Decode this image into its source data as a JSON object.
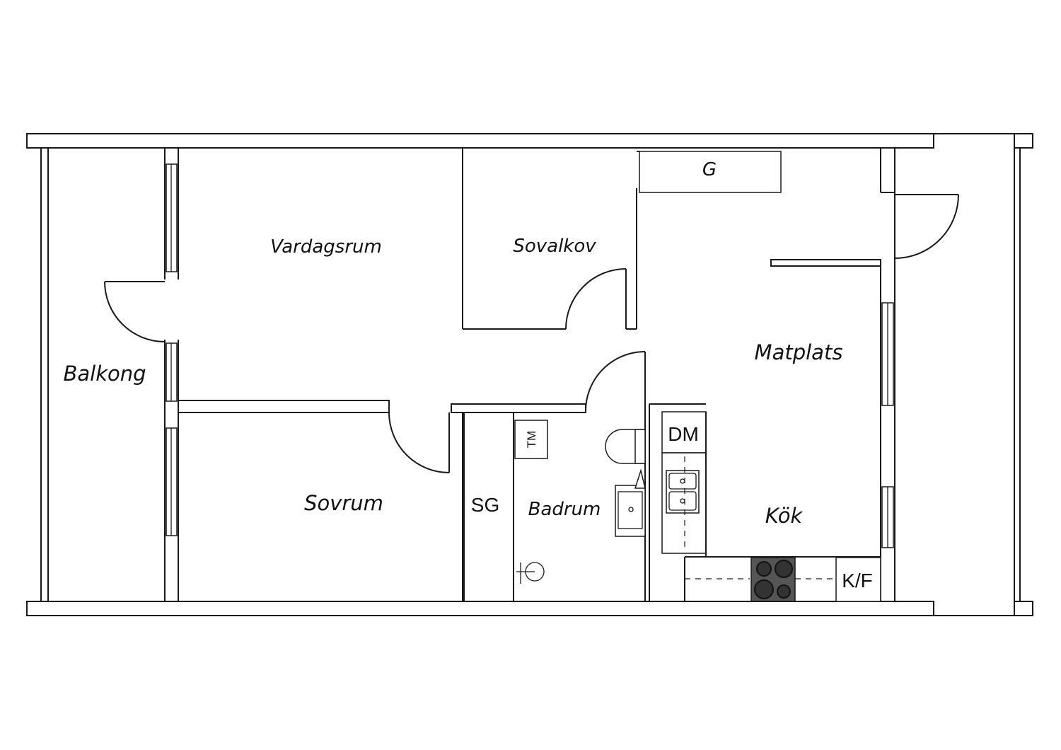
{
  "rooms": {
    "vardagsrum": "Vardagsrum",
    "sovalkov": "Sovalkov",
    "matplats": "Matplats",
    "balkong": "Balkong",
    "sovrum": "Sovrum",
    "badrum": "Badrum",
    "kok": "Kök"
  },
  "fixtures": {
    "garderob": "G",
    "diskmaskin": "DM",
    "torktumlare": "TM",
    "kyl_frys": "K/F",
    "skap": "SG"
  },
  "colors": {
    "wall": "#1a1a1a",
    "background": "#ffffff",
    "hob": "#555555"
  }
}
